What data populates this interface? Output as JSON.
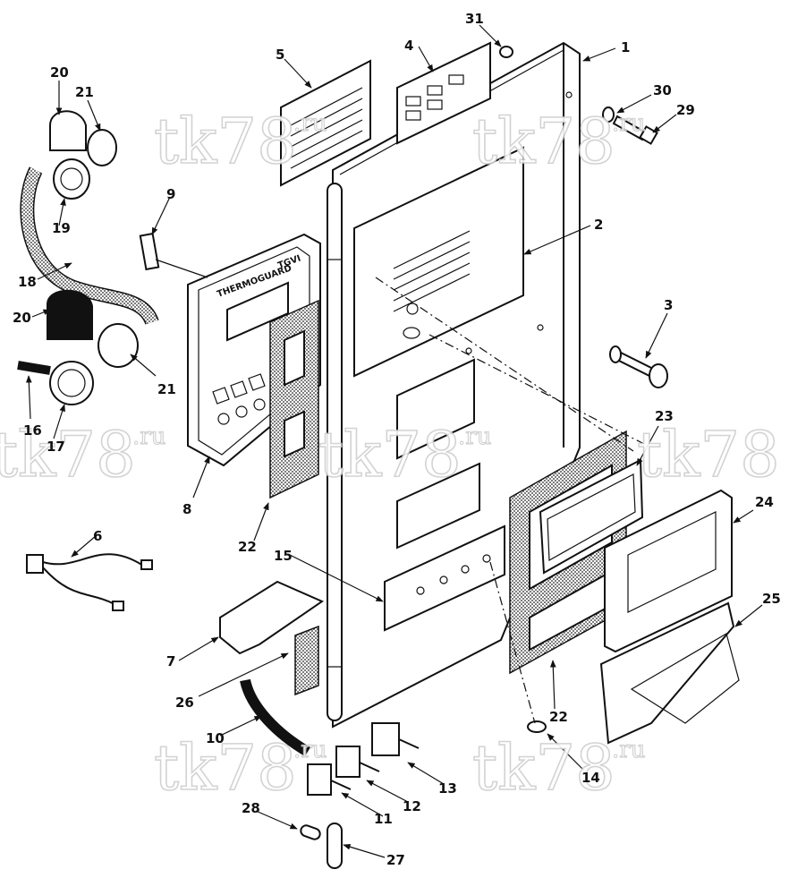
{
  "callouts": [
    {
      "id": "1",
      "text": "1"
    },
    {
      "id": "2",
      "text": "2"
    },
    {
      "id": "3",
      "text": "3"
    },
    {
      "id": "4",
      "text": "4"
    },
    {
      "id": "5",
      "text": "5"
    },
    {
      "id": "6",
      "text": "6"
    },
    {
      "id": "7",
      "text": "7"
    },
    {
      "id": "8",
      "text": "8"
    },
    {
      "id": "9",
      "text": "9"
    },
    {
      "id": "10",
      "text": "10"
    },
    {
      "id": "11",
      "text": "11"
    },
    {
      "id": "12",
      "text": "12"
    },
    {
      "id": "13",
      "text": "13"
    },
    {
      "id": "14",
      "text": "14"
    },
    {
      "id": "15",
      "text": "15"
    },
    {
      "id": "16",
      "text": "16"
    },
    {
      "id": "17",
      "text": "17"
    },
    {
      "id": "18",
      "text": "18"
    },
    {
      "id": "19",
      "text": "19"
    },
    {
      "id": "20",
      "text": "20"
    },
    {
      "id": "21",
      "text": "21"
    },
    {
      "id": "22",
      "text": "22"
    },
    {
      "id": "23",
      "text": "23"
    },
    {
      "id": "24",
      "text": "24"
    },
    {
      "id": "25",
      "text": "25"
    },
    {
      "id": "26",
      "text": "26"
    },
    {
      "id": "27",
      "text": "27"
    },
    {
      "id": "28",
      "text": "28"
    },
    {
      "id": "29",
      "text": "29"
    },
    {
      "id": "30",
      "text": "30"
    },
    {
      "id": "31",
      "text": "31"
    }
  ],
  "watermark": {
    "main": "tk78",
    "suffix": ".ru"
  },
  "controller": {
    "brand": "THERMOGUARD",
    "model": "TGVI"
  }
}
